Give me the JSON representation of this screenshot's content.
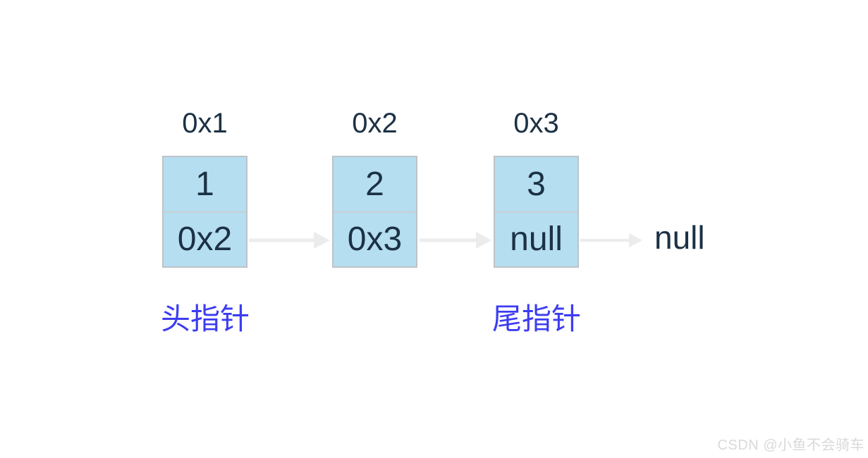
{
  "diagram": {
    "type": "singly-linked-list",
    "terminator": "null",
    "watermark": "CSDN @小鱼不会骑车"
  },
  "colors": {
    "box_fill": "#b5def0",
    "box_border": "#bdc3c8",
    "box_divider": "#c9ced2",
    "box_text": "#1c3144",
    "arrow": "#ececec",
    "pointer_label": "#3c3cf2",
    "null_text": "#1c3144",
    "watermark": "#d9d9d9"
  },
  "nodes": [
    {
      "address": "0x1",
      "value": "1",
      "next": "0x2",
      "label": "头指针"
    },
    {
      "address": "0x2",
      "value": "2",
      "next": "0x3",
      "label": ""
    },
    {
      "address": "0x3",
      "value": "3",
      "next": "null",
      "label": "尾指针"
    }
  ]
}
